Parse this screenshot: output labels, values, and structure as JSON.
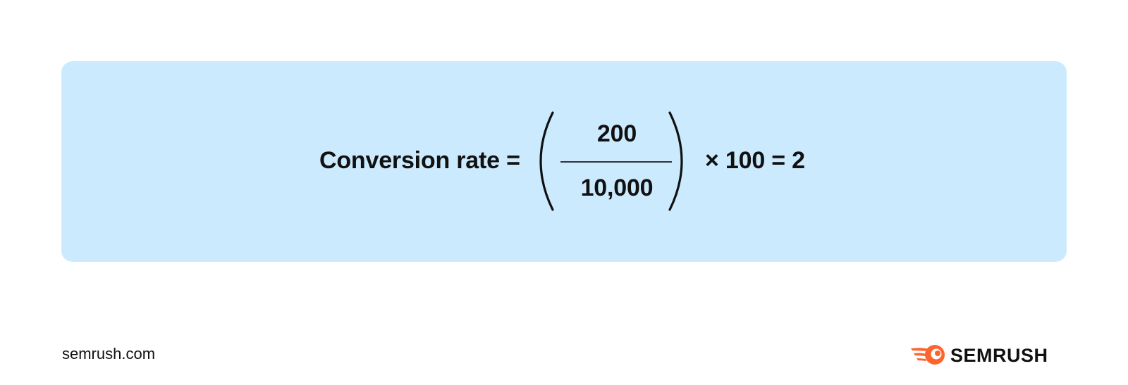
{
  "formula": {
    "lhs": "Conversion rate =",
    "numerator": "200",
    "denominator": "10,000",
    "rhs": "× 100 = 2"
  },
  "footer": {
    "url": "semrush.com",
    "brand": "SEMRUSH"
  },
  "colors": {
    "card_background": "#cbeafd",
    "text": "#111111",
    "brand_orange": "#ff642d"
  },
  "icons": {
    "brand_logo": "semrush-fireball-icon"
  }
}
